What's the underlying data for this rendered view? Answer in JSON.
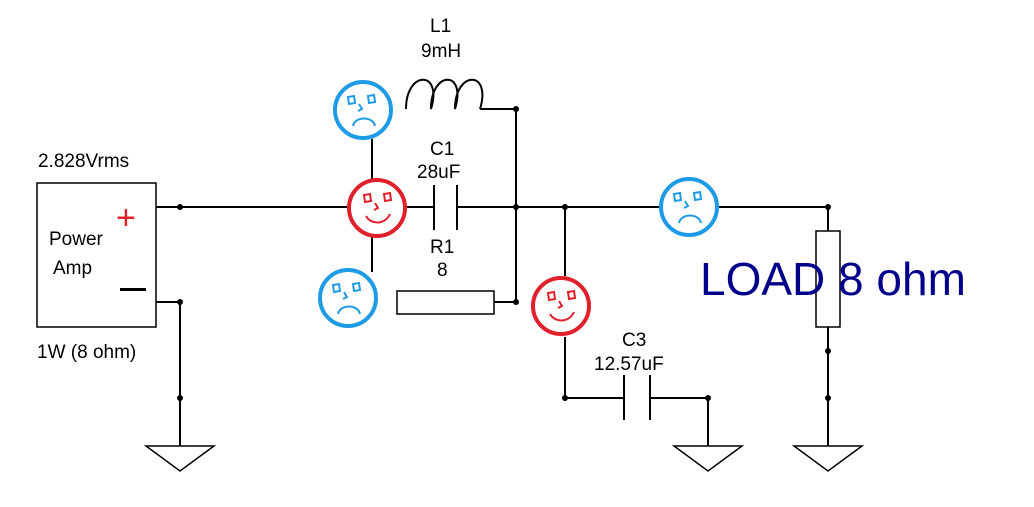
{
  "source": {
    "voltage_label": "2.828Vrms",
    "name_line1": "Power",
    "name_line2": "Amp",
    "plus_symbol": "+",
    "rating_label": "1W (8 ohm)"
  },
  "inductor_l1": {
    "name": "L1",
    "value": "9mH"
  },
  "capacitor_c1": {
    "name": "C1",
    "value": "28uF"
  },
  "resistor_r1": {
    "name": "R1",
    "value": "8"
  },
  "capacitor_c3": {
    "name": "C3",
    "value": "12.57uF"
  },
  "load": {
    "label": "LOAD 8 ohm"
  },
  "colors": {
    "sad_face": "#1e9be6",
    "happy_face": "#e0202a",
    "load_label": "#00008b",
    "wire": "#000000",
    "plus": "#e0202a"
  }
}
